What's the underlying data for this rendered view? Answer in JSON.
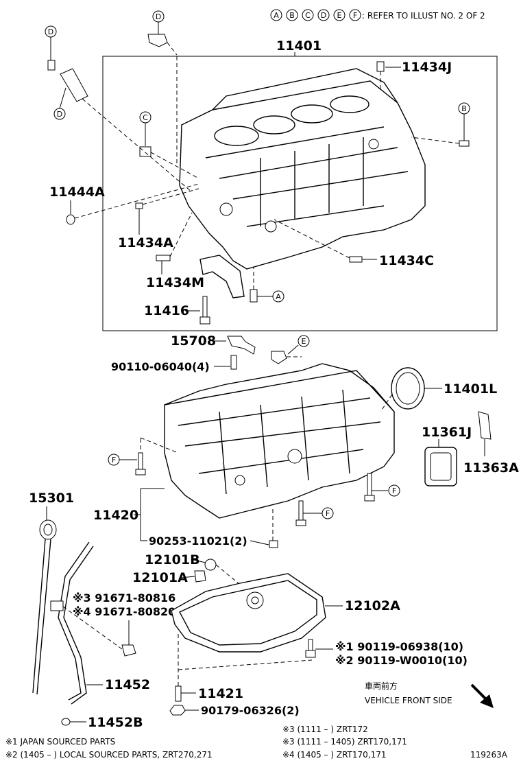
{
  "header": {
    "ref_letters": [
      "A",
      "B",
      "C",
      "D",
      "E",
      "F"
    ],
    "ref_text": ": REFER TO ILLUST NO. 2 OF 2"
  },
  "parts": {
    "p11401": "11401",
    "p11434J": "11434J",
    "p11444A": "11444A",
    "p11434A": "11434A",
    "p11434C": "11434C",
    "p11434M": "11434M",
    "p11416": "11416",
    "p15708": "15708",
    "p90110": "90110-06040(4)",
    "p11401L": "11401L",
    "p11361J": "11361J",
    "p11363A": "11363A",
    "p15301": "15301",
    "p11420": "11420",
    "p90253": "90253-11021(2)",
    "p12101B": "12101B",
    "p12101A": "12101A",
    "p91671_3": "※3 91671-80816",
    "p91671_4": "※4 91671-80820",
    "p12102A": "12102A",
    "p90119_1": "※1 90119-06938(10)",
    "p90119_2": "※2 90119-W0010(10)",
    "p11452": "11452",
    "p11421": "11421",
    "p90179": "90179-06326(2)",
    "p11452B": "11452B"
  },
  "callouts": {
    "d_top": "D",
    "d_left_top": "D",
    "d_left_bottom": "D",
    "c": "C",
    "b": "B",
    "a": "A",
    "e": "E",
    "f1": "F",
    "f2": "F",
    "f3": "F"
  },
  "direction": {
    "japanese": "車両前方",
    "english": "VEHICLE FRONT SIDE"
  },
  "notes": {
    "n1": "※1 JAPAN SOURCED PARTS",
    "n2": "※2 (1405 –        ) LOCAL SOURCED PARTS, ZRT270,271",
    "n3a": "※3 (1111 –        ) ZRT172",
    "n3b": "※3 (1111 – 1405) ZRT170,171",
    "n4": "※4 (1405 –        ) ZRT170,171"
  },
  "illustration_id": "119263A"
}
